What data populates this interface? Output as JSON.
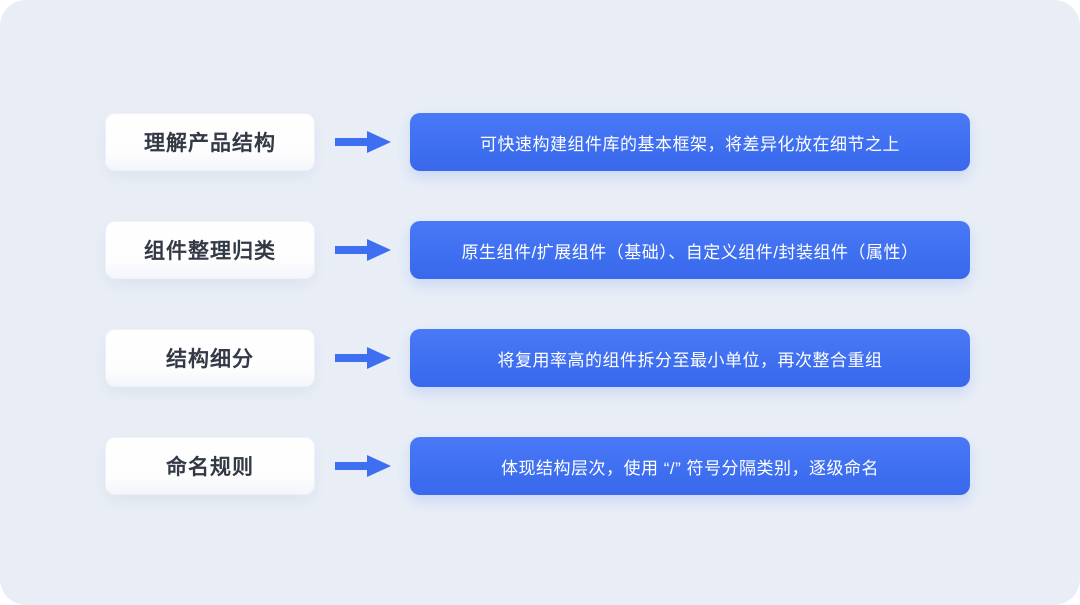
{
  "diagram": {
    "colors": {
      "background": "#e9eef6",
      "accent_blue": "#3e6ff0",
      "label_text": "#333a45",
      "desc_text": "#ffffff"
    },
    "rows": [
      {
        "label": "理解产品结构",
        "desc": "可快速构建组件库的基本框架，将差异化放在细节之上"
      },
      {
        "label": "组件整理归类",
        "desc": "原生组件/扩展组件（基础）、自定义组件/封装组件（属性）"
      },
      {
        "label": "结构细分",
        "desc": "将复用率高的组件拆分至最小单位，再次整合重组"
      },
      {
        "label": "命名规则",
        "desc": "体现结构层次，使用 “/” 符号分隔类别，逐级命名"
      }
    ]
  }
}
